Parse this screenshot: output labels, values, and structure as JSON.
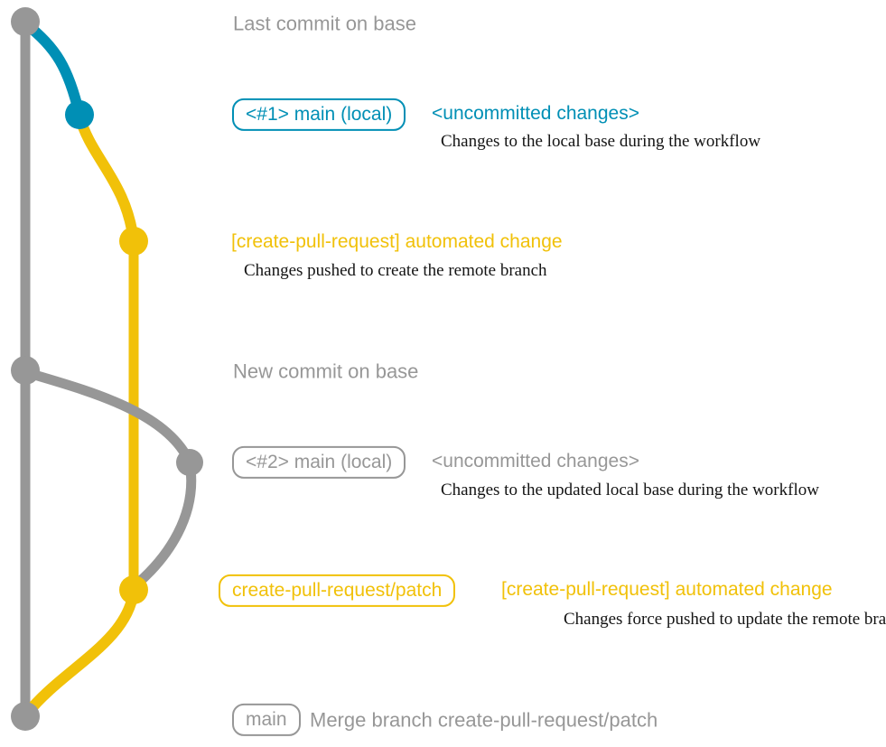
{
  "colors": {
    "gray": "#979797",
    "blue": "#008fb5",
    "yellow": "#f1c109",
    "ink": "#141414",
    "bg": "#ffffff"
  },
  "diagram": {
    "type": "git-graph",
    "branch_colors": {
      "base": "#979797",
      "local_main": "#008fb5",
      "create_pull_request_patch": "#f1c109"
    },
    "commit_count": 7
  },
  "annotations": {
    "last_commit_on_base": "Last commit on base",
    "branch1": {
      "tag": "<#1> main (local)",
      "heading": "<uncommitted changes>",
      "caption": "Changes to the local base during the workflow"
    },
    "auto1": {
      "heading": "[create-pull-request] automated change",
      "caption": "Changes pushed to create the remote branch"
    },
    "new_commit_on_base": "New commit on base",
    "branch2": {
      "tag": "<#2> main (local)",
      "heading": "<uncommitted changes>",
      "caption": "Changes to the updated local base during the workflow"
    },
    "patch": {
      "tag": "create-pull-request/patch",
      "heading": "[create-pull-request] automated change",
      "caption": "Changes force pushed to update the remote branch"
    },
    "merge": {
      "tag": "main",
      "message": "Merge branch create-pull-request/patch"
    }
  }
}
